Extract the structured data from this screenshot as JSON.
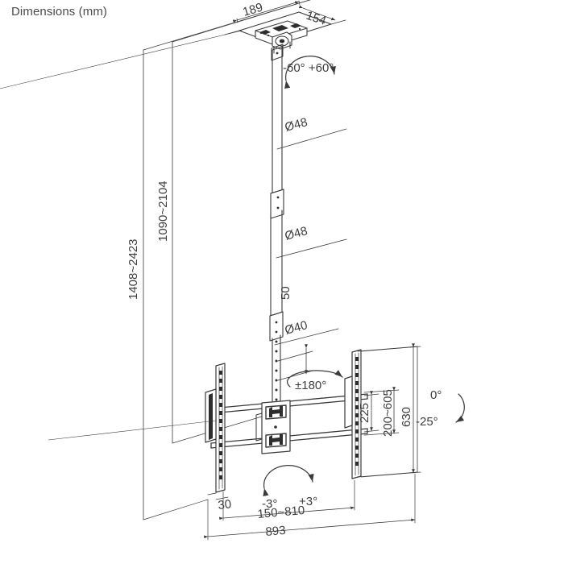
{
  "page": {
    "title": "Dimensions (mm)",
    "background": "#ffffff",
    "line_color": "#3a3a3a",
    "text_color": "#3d3d3d"
  },
  "diagram": {
    "type": "technical-dimension-drawing",
    "subject": "ceiling tv mount",
    "units": "mm"
  },
  "labels": {
    "ceiling_plate_width": "189",
    "ceiling_plate_depth": "154",
    "swivel_top": "-60°  +60°",
    "swivel_top_neg": "-60°",
    "swivel_top_pos": "+60°",
    "pole_upper_dia": "Ø48",
    "pole_mid_dia": "Ø48",
    "pole_lower_dia": "Ø40",
    "hole_pitch": "50",
    "height_total": "1408~2423",
    "height_pole": "1090~2104",
    "rotation": "±180°",
    "tilt_small_neg": "-3°",
    "tilt_small_pos": "+3°",
    "tilt_side_zero": "0°",
    "tilt_side_neg": "-25°",
    "vesa_v": "225",
    "vesa_v_range": "200~605",
    "panel_height": "630",
    "wall_gap": "30",
    "vesa_h_range": "150~810",
    "panel_width": "893"
  }
}
